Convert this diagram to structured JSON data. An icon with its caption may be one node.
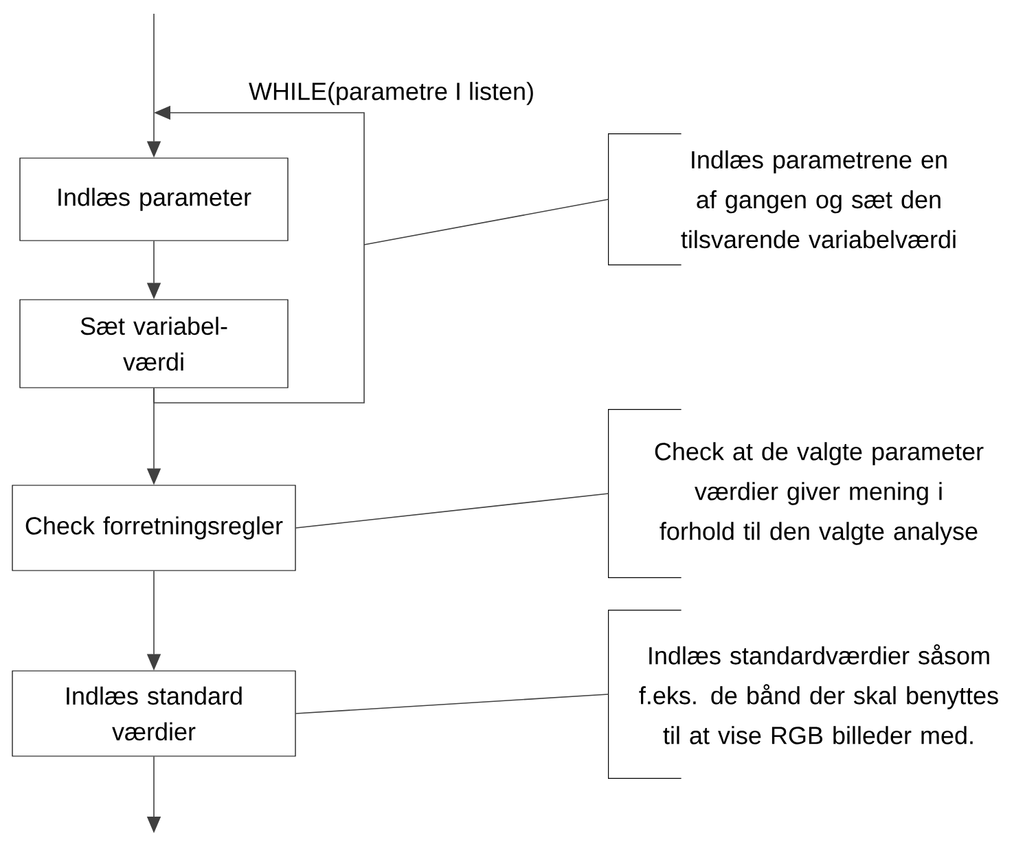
{
  "diagram": {
    "nodes": [
      {
        "text": [
          "Indlæs parameter"
        ]
      },
      {
        "text": [
          "Sæt variabel-værdi"
        ]
      },
      {
        "text": [
          "Check forretningsregler"
        ]
      },
      {
        "text": [
          "Indlæs standard værdier"
        ]
      },
      {
        "text": [
          "Indlæs parametrene en af gangen og sæt den tilsvarende variabelværdi"
        ]
      },
      {
        "text": [
          "Check at de valgte parameter værdier giver mening i forhold til den valgte analyse"
        ]
      },
      {
        "text": [
          "Indlæs standardværdier såsom f.eks. de bånd der skal benyttes til at vise RGB billeder med."
        ]
      }
    ],
    "edges": [
      {
        "from": null,
        "to": 0,
        "arrow": "to"
      },
      {
        "from": 0,
        "to": 1,
        "arrow": "to"
      },
      {
        "from": 1,
        "to": 2,
        "arrow": "to"
      },
      {
        "from": 2,
        "to": 3,
        "arrow": "to"
      },
      {
        "from": 3,
        "to": null,
        "arrow": "to"
      },
      {
        "from": 1,
        "to": 0,
        "arrow": "to",
        "label": "WHILE(parametre I listen)"
      },
      {
        "from": 4,
        "to": null,
        "arrow": "none"
      },
      {
        "from": 5,
        "to": 2,
        "arrow": "none"
      },
      {
        "from": 6,
        "to": 3,
        "arrow": "none"
      }
    ]
  }
}
